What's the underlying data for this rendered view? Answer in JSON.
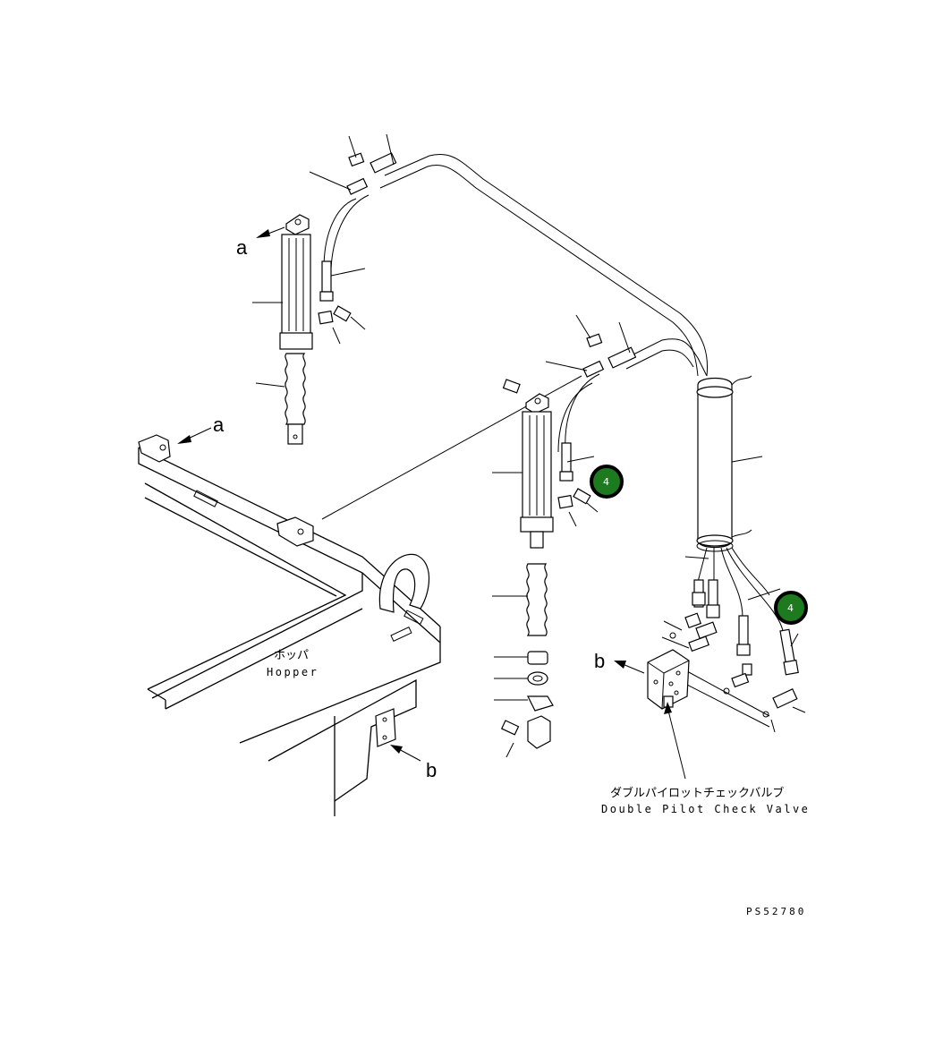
{
  "labels": {
    "ref_a_1": "a",
    "ref_a_2": "a",
    "ref_b_1": "b",
    "ref_b_2": "b",
    "hopper_jp": "ホッパ",
    "hopper_en": "Hopper",
    "valve_jp": "ダブルパイロットチェックバルブ",
    "valve_en": "Double Pilot Check Valve",
    "drawing_code": "PS52780"
  },
  "callouts": [
    {
      "number": "4"
    },
    {
      "number": "4"
    }
  ],
  "colors": {
    "callout_fill": "#1e7a1e",
    "line": "#000000",
    "background": "#ffffff"
  }
}
